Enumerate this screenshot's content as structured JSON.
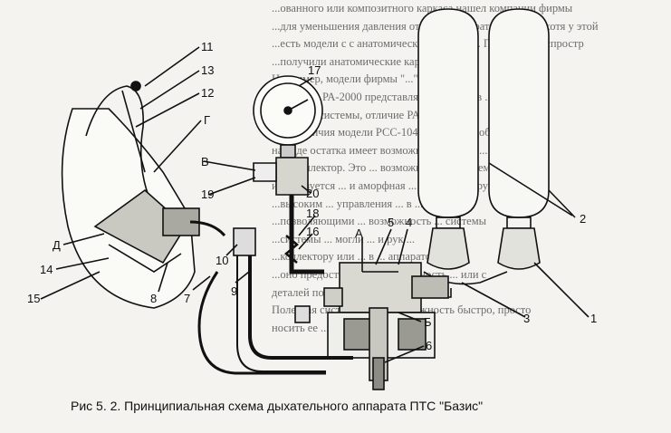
{
  "background_text": [
    "...ованного или композитного каркаса нашел компании фирмы",
    "...для уменьшения давления от части аппарата на спину, хотя у этой",
    "...есть модели с с анатомическим каркасом. Получили распростр",
    "...получили анатомические каркасы.",
    "Например, модели фирмы \"...\" и \"...\"",
    "97, РА-94, РА-2000 представляют собой ... в ...",
    "равнения системы, отличие РА 94 ... с ...",
    "чех. Отличия модели РСС-104 более ... подоб...",
    "на ряде остатка имеет возможность ... сбор...",
    "ный коллектор. Это ... возможность ... системы",
    "используется ... и аморфная ... система ... трубопровода",
    "...высоким ... управления ... в ...",
    "...позволяющими ... возможность ... системы",
    "...системы ... могли ... и рук ...",
    "...коллектору или ... в ... аппаратом ...",
    "...оно предоставляет ... возможность ... или с",
    "деталей поверхностей",
    "Полезная система имеет возможность быстро, просто",
    "носить ее ... и ... для ... места ..."
  ],
  "labels": {
    "n1": "1",
    "n2": "2",
    "n3": "3",
    "n4": "4",
    "n5": "5",
    "n6": "6",
    "n7": "7",
    "n8": "8",
    "n9": "9",
    "n10": "10",
    "n11": "11",
    "n12": "12",
    "n13": "13",
    "n14": "14",
    "n15": "15",
    "n16": "16",
    "n17": "17",
    "n18": "18",
    "n19": "19",
    "n20": "20",
    "A": "А",
    "B": "Б",
    "V": "В",
    "G": "Г",
    "D": "Д"
  },
  "caption": "Рис 5. 2.  Принципиальная схема дыхательного аппарата ПТС \"Базис\""
}
